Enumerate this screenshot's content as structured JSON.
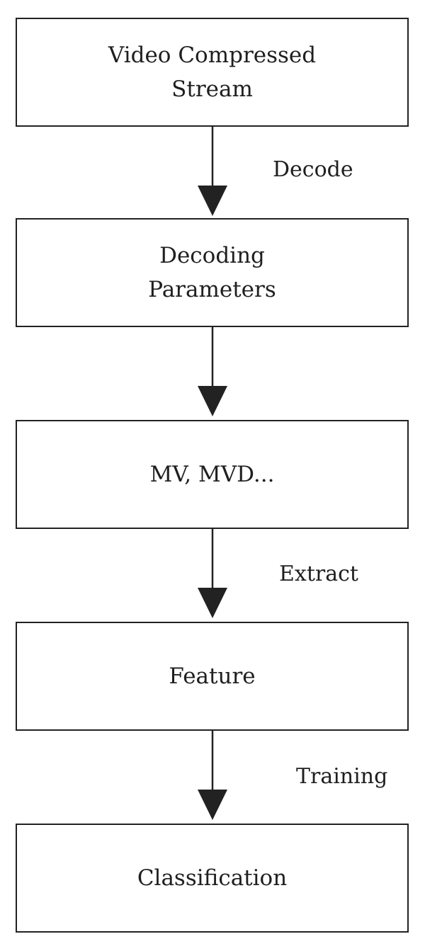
{
  "nodes": [
    {
      "id": "video-compressed-stream",
      "lines": [
        "Video Compressed",
        "Stream"
      ]
    },
    {
      "id": "decoding-parameters",
      "lines": [
        "Decoding",
        "Parameters"
      ]
    },
    {
      "id": "mv-mvd",
      "lines": [
        "MV, MVD..."
      ]
    },
    {
      "id": "feature",
      "lines": [
        "Feature"
      ]
    },
    {
      "id": "classification",
      "lines": [
        "Classification"
      ]
    }
  ],
  "edges": [
    {
      "from": "video-compressed-stream",
      "to": "decoding-parameters",
      "label": "Decode"
    },
    {
      "from": "decoding-parameters",
      "to": "mv-mvd",
      "label": ""
    },
    {
      "from": "mv-mvd",
      "to": "feature",
      "label": "Extract"
    },
    {
      "from": "feature",
      "to": "classification",
      "label": "Training"
    }
  ],
  "colors": {
    "stroke": "#222222",
    "text": "#1f1f1f",
    "background": "#ffffff"
  }
}
